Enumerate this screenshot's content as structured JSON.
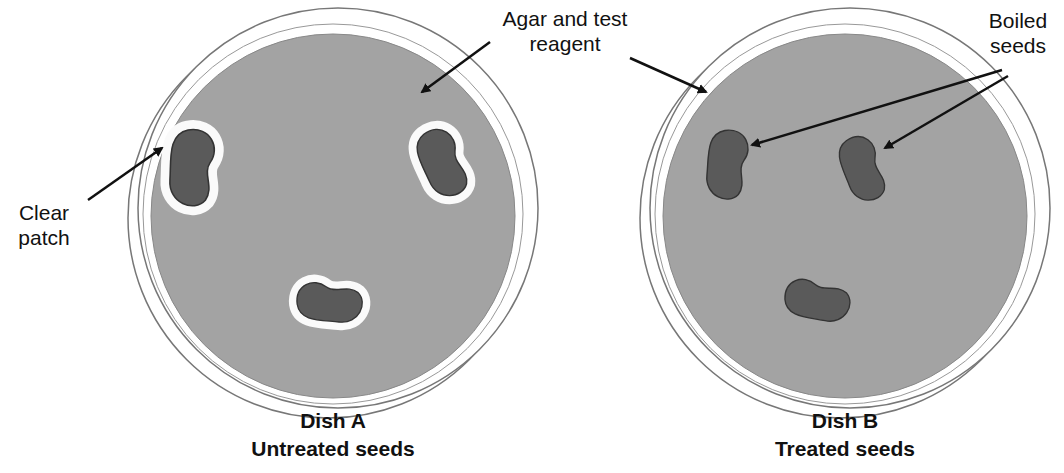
{
  "diagram": {
    "labels": [
      "Agar and test reagent",
      "Boiled seeds",
      "Clear patch",
      "Dish A",
      "Untreated seeds",
      "Dish B",
      "Treated seeds"
    ]
  }
}
